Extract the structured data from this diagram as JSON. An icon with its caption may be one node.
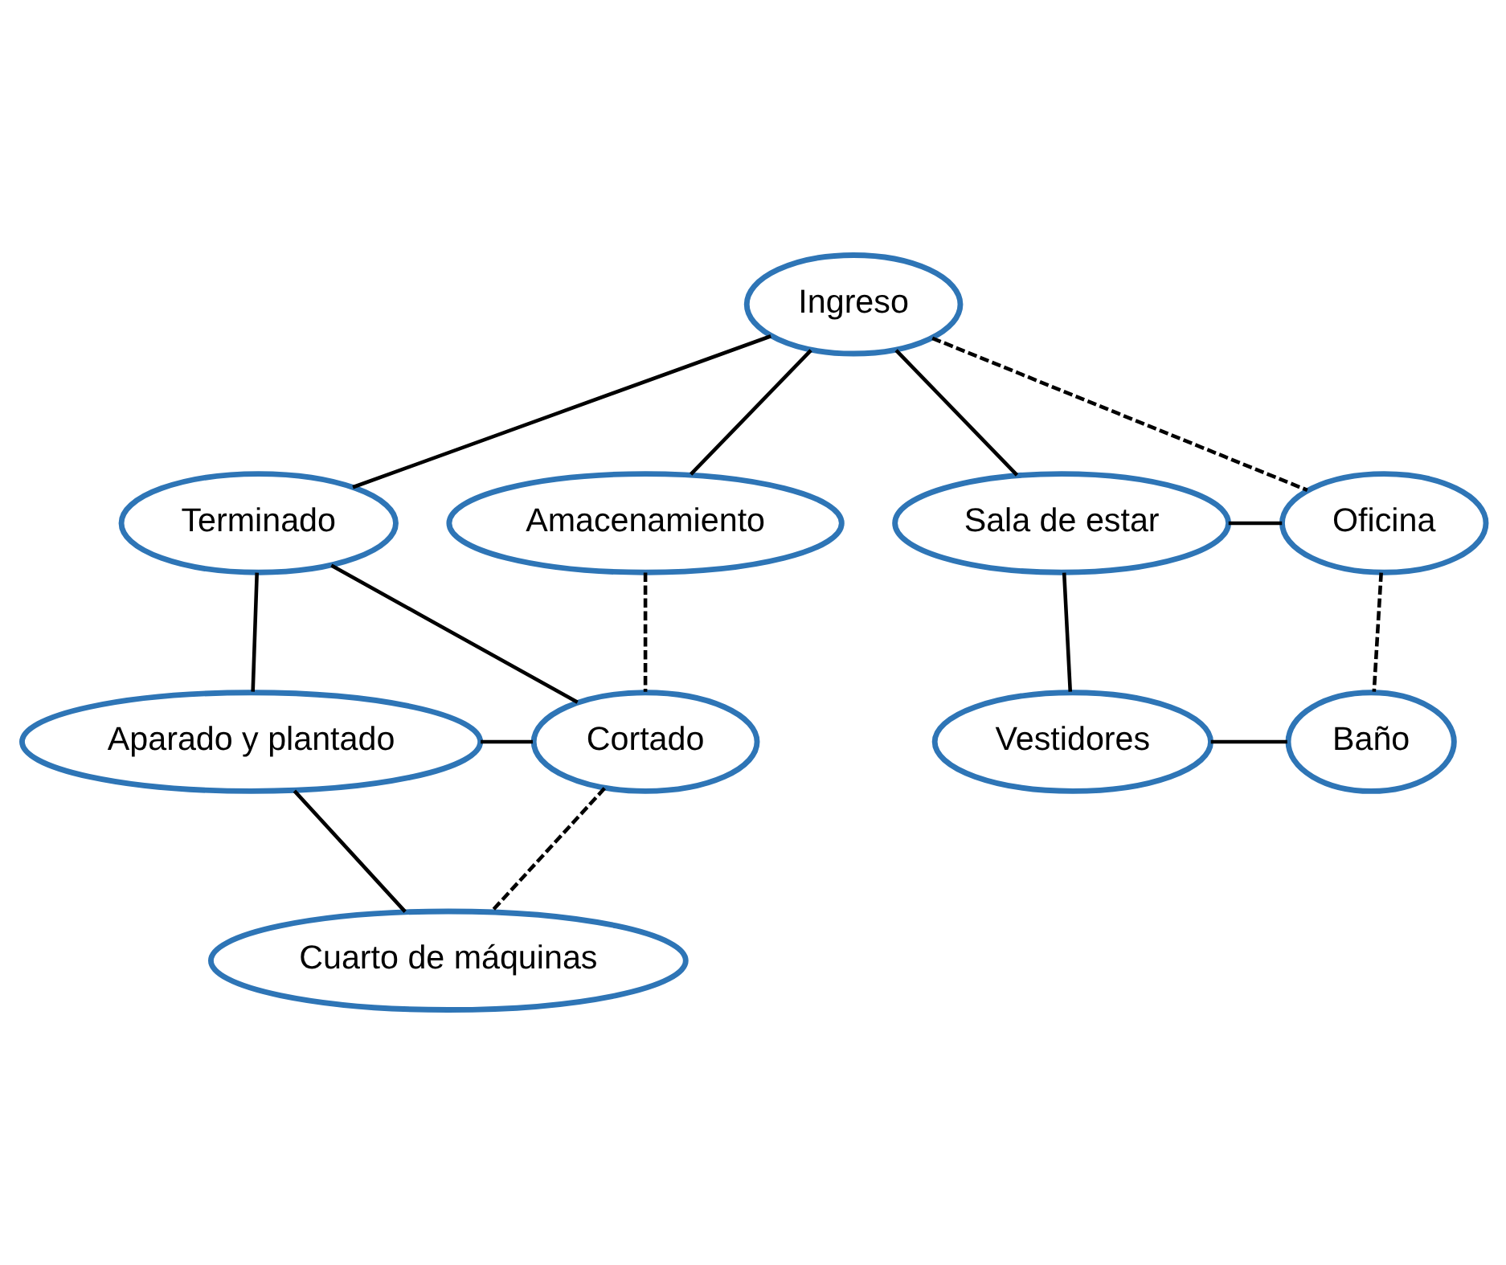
{
  "diagram": {
    "nodes": [
      {
        "text": [
          "Ingreso"
        ]
      },
      {
        "text": [
          "Terminado"
        ]
      },
      {
        "text": [
          "Amacenamiento"
        ]
      },
      {
        "text": [
          "Sala de estar"
        ]
      },
      {
        "text": [
          "Oficina"
        ]
      },
      {
        "text": [
          "Aparado y plantado"
        ]
      },
      {
        "text": [
          "Cortado"
        ]
      },
      {
        "text": [
          "Vestidores"
        ]
      },
      {
        "text": [
          "Baño"
        ]
      },
      {
        "text": [
          "Cuarto de máquinas"
        ]
      }
    ],
    "edges": [
      {
        "from": 0,
        "to": 1,
        "arrow": "none"
      },
      {
        "from": 0,
        "to": 2,
        "arrow": "none"
      },
      {
        "from": 0,
        "to": 3,
        "arrow": "none"
      },
      {
        "from": 0,
        "to": 4,
        "arrow": "none",
        "style": "dashed"
      },
      {
        "from": 3,
        "to": 4,
        "arrow": "none"
      },
      {
        "from": 1,
        "to": 5,
        "arrow": "none"
      },
      {
        "from": 1,
        "to": 6,
        "arrow": "none"
      },
      {
        "from": 2,
        "to": 6,
        "arrow": "none",
        "style": "dashed"
      },
      {
        "from": 4,
        "to": 8,
        "arrow": "none",
        "style": "dashed"
      },
      {
        "from": 3,
        "to": 7,
        "arrow": "none"
      },
      {
        "from": 5,
        "to": 6,
        "arrow": "none"
      },
      {
        "from": 7,
        "to": 8,
        "arrow": "none"
      },
      {
        "from": 5,
        "to": 9,
        "arrow": "none"
      },
      {
        "from": 6,
        "to": 9,
        "arrow": "none",
        "style": "dashed"
      }
    ]
  }
}
